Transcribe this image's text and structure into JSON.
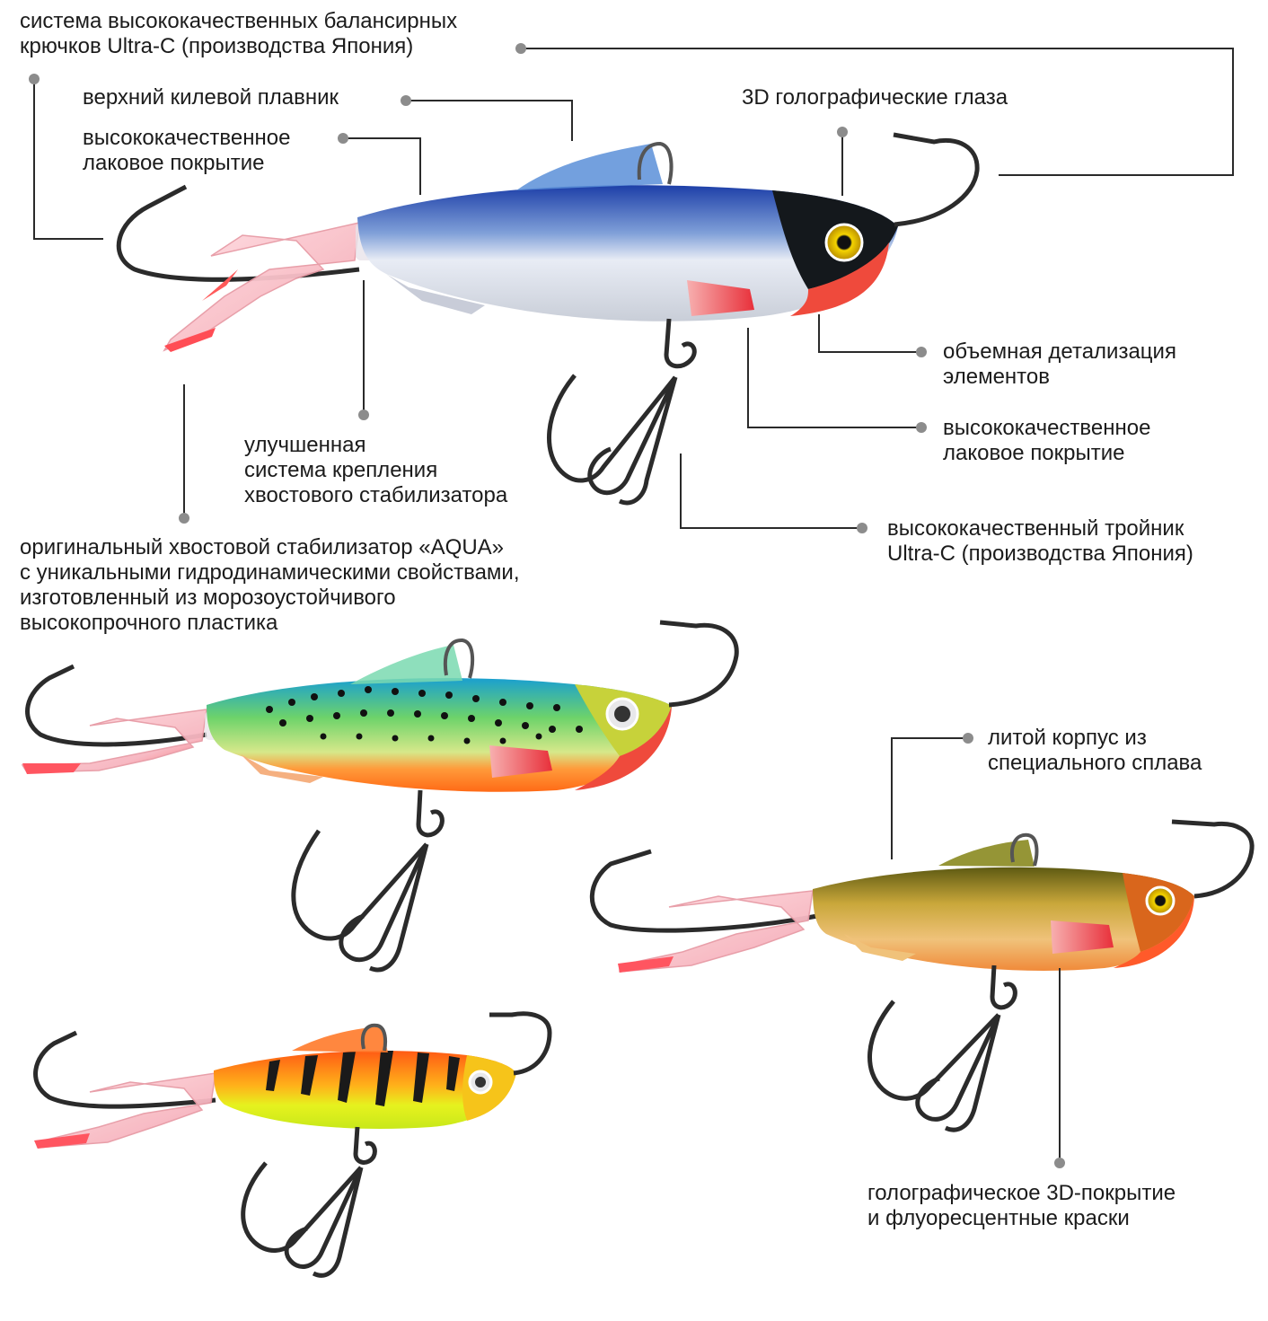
{
  "colors": {
    "leader": "#2a2a2a",
    "dot": "#8c8c8c",
    "hook": "#2b2b2b",
    "fin": "#e8525a",
    "tail_tip": "#f05a5a",
    "eye_iris": "#f5d400"
  },
  "callouts": {
    "hooks_system": [
      "система высококачественных балансирных",
      "крючков Ultra-C (производства Япония)"
    ],
    "dorsal_fin": [
      "верхний килевой плавник"
    ],
    "lacquer_top": [
      "высококачественное",
      "лаковое покрытие"
    ],
    "eyes": [
      "3D голографические глаза"
    ],
    "detailing": [
      "объемная детализация",
      "элементов"
    ],
    "lacquer_bottom": [
      "высококачественное",
      "лаковое покрытие"
    ],
    "treble": [
      "высококачественный тройник",
      "Ultra-C (производства Япония)"
    ],
    "tail_mount": [
      "улучшенная",
      "система крепления",
      "хвостового стабилизатора"
    ],
    "aqua_tail": [
      "оригинальный хвостовой стабилизатор «AQUA»",
      "с уникальными гидродинамическими свойствами,",
      "изготовленный из морозоустойчивого",
      "высокопрочного пластика"
    ],
    "cast_body": [
      "литой корпус из",
      "специального сплава"
    ],
    "holo": [
      "голографическое 3D-покрытие",
      "и флуоресцентные краски"
    ]
  },
  "lures": [
    {
      "name": "blue-silver",
      "back": "#1d3fa8",
      "belly": "#e8ecf5",
      "head": "#101418",
      "chin": "#f0524a",
      "pattern": "plain"
    },
    {
      "name": "green-spotted",
      "back": "#1a9fd0",
      "belly": "#ff7a1e",
      "head": "#3a2a10",
      "chin": "#f0524a",
      "pattern": "spots"
    },
    {
      "name": "gold",
      "back": "#6b6a14",
      "belly": "#f4b25a",
      "head": "#d9661c",
      "chin": "#ff5a2a",
      "pattern": "plain"
    },
    {
      "name": "firetiger",
      "back": "#ff6a1a",
      "belly": "#d9f01a",
      "head": "#f07a10",
      "chin": "#f4e01a",
      "pattern": "stripes"
    }
  ]
}
